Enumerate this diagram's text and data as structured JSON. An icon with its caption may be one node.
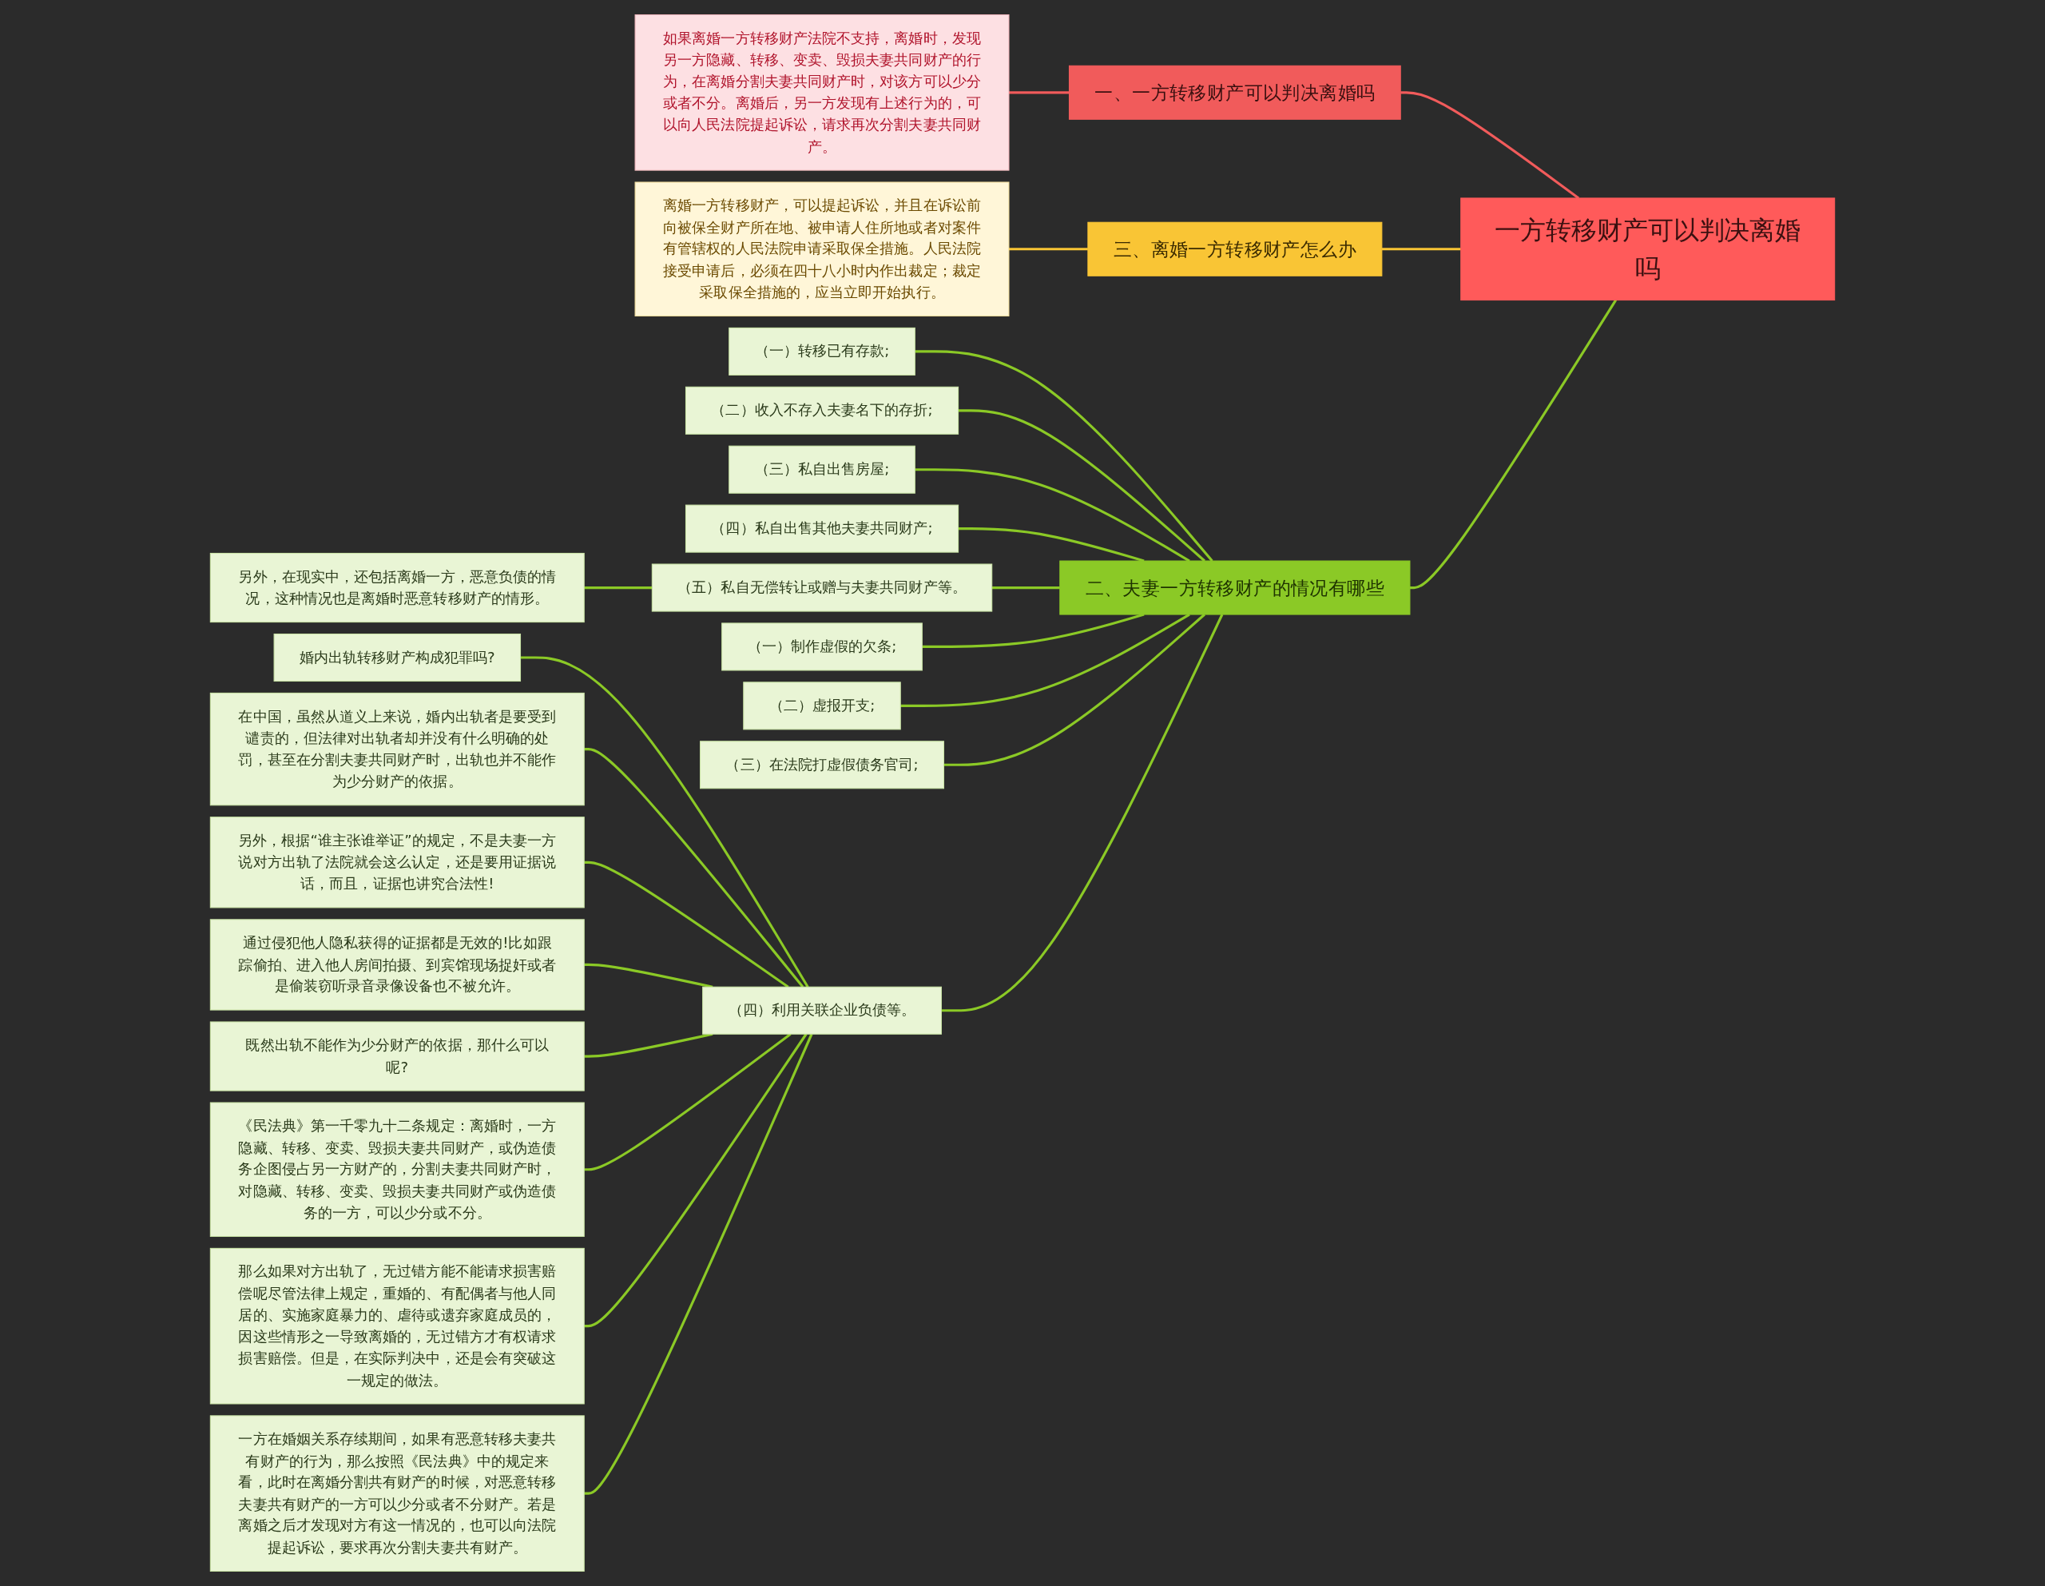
{
  "diagram": {
    "nodes": [
      {
        "text": [
          "一方转移财产可以判决离婚吗"
        ]
      },
      {
        "text": [
          "一、一方转移财产可以判决离婚吗"
        ]
      },
      {
        "text": [
          "如果离婚一方转移财产法院不支持，离婚时，发现另一方隐藏、转移、变卖、毁损夫妻共同财产的行为，在离婚分割夫妻共同财产时，对该方可以少分或者不分。离婚后，另一方发现有上述行为的，可以向人民法院提起诉讼，请求再次分割夫妻共同财产。"
        ]
      },
      {
        "text": [
          "三、离婚一方转移财产怎么办"
        ]
      },
      {
        "text": [
          "离婚一方转移财产，可以提起诉讼，并且在诉讼前向被保全财产所在地、被申请人住所地或者对案件有管辖权的人民法院申请采取保全措施。人民法院接受申请后，必须在四十八小时内作出裁定；裁定采取保全措施的，应当立即开始执行。"
        ]
      },
      {
        "text": [
          "二、夫妻一方转移财产的情况有哪些"
        ]
      },
      {
        "text": [
          "（一）转移已有存款;"
        ]
      },
      {
        "text": [
          "（二）收入不存入夫妻名下的存折;"
        ]
      },
      {
        "text": [
          "（三）私自出售房屋;"
        ]
      },
      {
        "text": [
          "（四）私自出售其他夫妻共同财产;"
        ]
      },
      {
        "text": [
          "（五）私自无偿转让或赠与夫妻共同财产等。"
        ]
      },
      {
        "text": [
          "另外，在现实中，还包括离婚一方，恶意负债的情况，这种情况也是离婚时恶意转移财产的情形。"
        ]
      },
      {
        "text": [
          "（一）制作虚假的欠条;"
        ]
      },
      {
        "text": [
          "（二）虚报开支;"
        ]
      },
      {
        "text": [
          "（三）在法院打虚假债务官司;"
        ]
      },
      {
        "text": [
          "（四）利用关联企业负债等。"
        ]
      },
      {
        "text": [
          "婚内出轨转移财产构成犯罪吗?"
        ]
      },
      {
        "text": [
          "在中国，虽然从道义上来说，婚内出轨者是要受到谴责的，但法律对出轨者却并没有什么明确的处罚，甚至在分割夫妻共同财产时，出轨也并不能作为少分财产的依据。"
        ]
      },
      {
        "text": [
          "另外，根据“谁主张谁举证”的规定，不是夫妻一方说对方出轨了法院就会这么认定，还是要用证据说话，而且，证据也讲究合法性!"
        ]
      },
      {
        "text": [
          "通过侵犯他人隐私获得的证据都是无效的!比如跟踪偷拍、进入他人房间拍摄、到宾馆现场捉奸或者是偷装窃听录音录像设备也不被允许。"
        ]
      },
      {
        "text": [
          "既然出轨不能作为少分财产的依据，那什么可以呢?"
        ]
      },
      {
        "text": [
          "《民法典》第一千零九十二条规定：离婚时，一方隐藏、转移、变卖、毁损夫妻共同财产，或伪造债务企图侵占另一方财产的，分割夫妻共同财产时，对隐藏、转移、变卖、毁损夫妻共同财产或伪造债务的一方，可以少分或不分。"
        ]
      },
      {
        "text": [
          "那么如果对方出轨了，无过错方能不能请求损害赔偿呢尽管法律上规定，重婚的、有配偶者与他人同居的、实施家庭暴力的、虐待或遗弃家庭成员的，因这些情形之一导致离婚的，无过错方才有权请求损害赔偿。但是，在实际判决中，还是会有突破这一规定的做法。"
        ]
      },
      {
        "text": [
          "一方在婚姻关系存续期间，如果有恶意转移夫妻共有财产的行为，那么按照《民法典》中的规定来看，此时在离婚分割共有财产的时候，对恶意转移夫妻共有财产的一方可以少分或者不分财产。若是离婚之后才发现对方有这一情况的，也可以向法院提起诉讼，要求再次分割夫妻共有财产。"
        ]
      }
    ],
    "edges": [
      {
        "from": 0,
        "to": 1,
        "arrow": "none",
        "color": "#f15b5b"
      },
      {
        "from": 1,
        "to": 2,
        "arrow": "none",
        "color": "#f15b5b"
      },
      {
        "from": 0,
        "to": 3,
        "arrow": "none",
        "color": "#f9c535"
      },
      {
        "from": 3,
        "to": 4,
        "arrow": "none",
        "color": "#f9c535"
      },
      {
        "from": 0,
        "to": 5,
        "arrow": "none"
      },
      {
        "from": 5,
        "to": 6,
        "arrow": "none"
      },
      {
        "from": 5,
        "to": 7,
        "arrow": "none"
      },
      {
        "from": 5,
        "to": 8,
        "arrow": "none"
      },
      {
        "from": 5,
        "to": 9,
        "arrow": "none"
      },
      {
        "from": 5,
        "to": 10,
        "arrow": "none"
      },
      {
        "from": 10,
        "to": 11,
        "arrow": "none"
      },
      {
        "from": 5,
        "to": 12,
        "arrow": "none"
      },
      {
        "from": 5,
        "to": 13,
        "arrow": "none"
      },
      {
        "from": 5,
        "to": 14,
        "arrow": "none"
      },
      {
        "from": 5,
        "to": 15,
        "arrow": "none"
      },
      {
        "from": 15,
        "to": 16,
        "arrow": "none"
      },
      {
        "from": 15,
        "to": 17,
        "arrow": "none"
      },
      {
        "from": 15,
        "to": 18,
        "arrow": "none"
      },
      {
        "from": 15,
        "to": 19,
        "arrow": "none"
      },
      {
        "from": 15,
        "to": 20,
        "arrow": "none"
      },
      {
        "from": 15,
        "to": 21,
        "arrow": "none"
      },
      {
        "from": 15,
        "to": 22,
        "arrow": "none"
      },
      {
        "from": 15,
        "to": 23,
        "arrow": "none"
      }
    ]
  }
}
